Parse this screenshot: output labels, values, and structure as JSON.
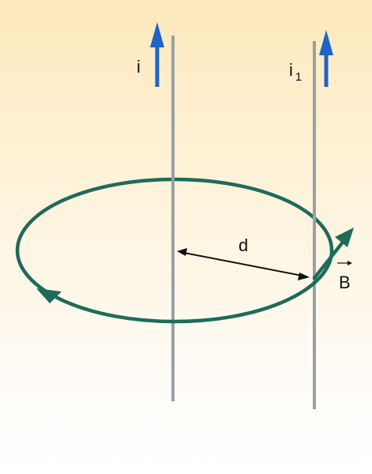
{
  "diagram": {
    "labels": {
      "current_left": "i",
      "current_right": "i",
      "current_right_subscript": "1",
      "distance": "d",
      "field": "B"
    },
    "colors": {
      "wire": "#9aa0a6",
      "current_arrow": "#1e64c8",
      "field_loop": "#1f6b5a",
      "distance_line": "#111111",
      "background_top": "#fde9bd",
      "background_bottom": "#ffffff"
    }
  }
}
